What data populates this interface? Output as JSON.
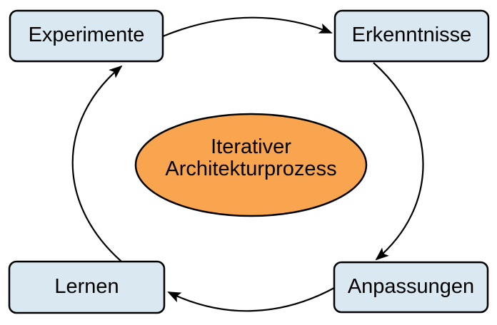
{
  "diagram": {
    "type": "cycle-diagram",
    "background": "#ffffff",
    "text_color": "#000000",
    "center_ellipse": {
      "label_line1": "Iterativer",
      "label_line2": "Architekturprozess",
      "fill": "#f9a44e",
      "border_color": "#000000"
    },
    "node_style": {
      "fill": "#d9e8f1",
      "border_color": "#000000"
    },
    "nodes": {
      "experimente": {
        "label": "Experimente"
      },
      "erkenntnisse": {
        "label": "Erkenntnisse"
      },
      "anpassungen": {
        "label": "Anpassungen"
      },
      "lernen": {
        "label": "Lernen"
      }
    },
    "edges": [
      {
        "from": "experimente",
        "to": "erkenntnisse"
      },
      {
        "from": "erkenntnisse",
        "to": "anpassungen"
      },
      {
        "from": "anpassungen",
        "to": "lernen"
      },
      {
        "from": "lernen",
        "to": "experimente"
      }
    ]
  }
}
